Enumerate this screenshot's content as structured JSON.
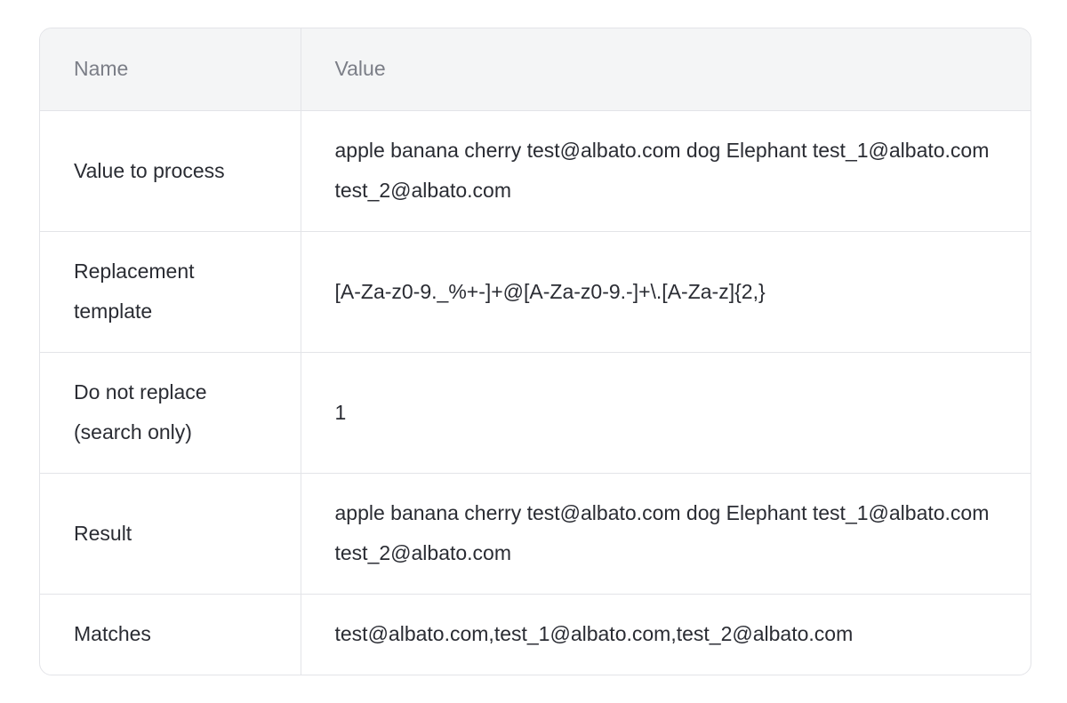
{
  "table": {
    "headers": {
      "name": "Name",
      "value": "Value"
    },
    "rows": [
      {
        "name": "Value to process",
        "value": "apple banana cherry test@albato.com dog Elephant test_1@albato.com test_2@albato.com"
      },
      {
        "name": "Replacement template",
        "value": "[A-Za-z0-9._%+-]+@[A-Za-z0-9.-]+\\.[A-Za-z]{2,}"
      },
      {
        "name": "Do not replace (search only)",
        "value": "1"
      },
      {
        "name": "Result",
        "value": "apple banana cherry test@albato.com dog Elephant test_1@albato.com test_2@albato.com"
      },
      {
        "name": "Matches",
        "value": "test@albato.com,test_1@albato.com,test_2@albato.com"
      }
    ]
  }
}
